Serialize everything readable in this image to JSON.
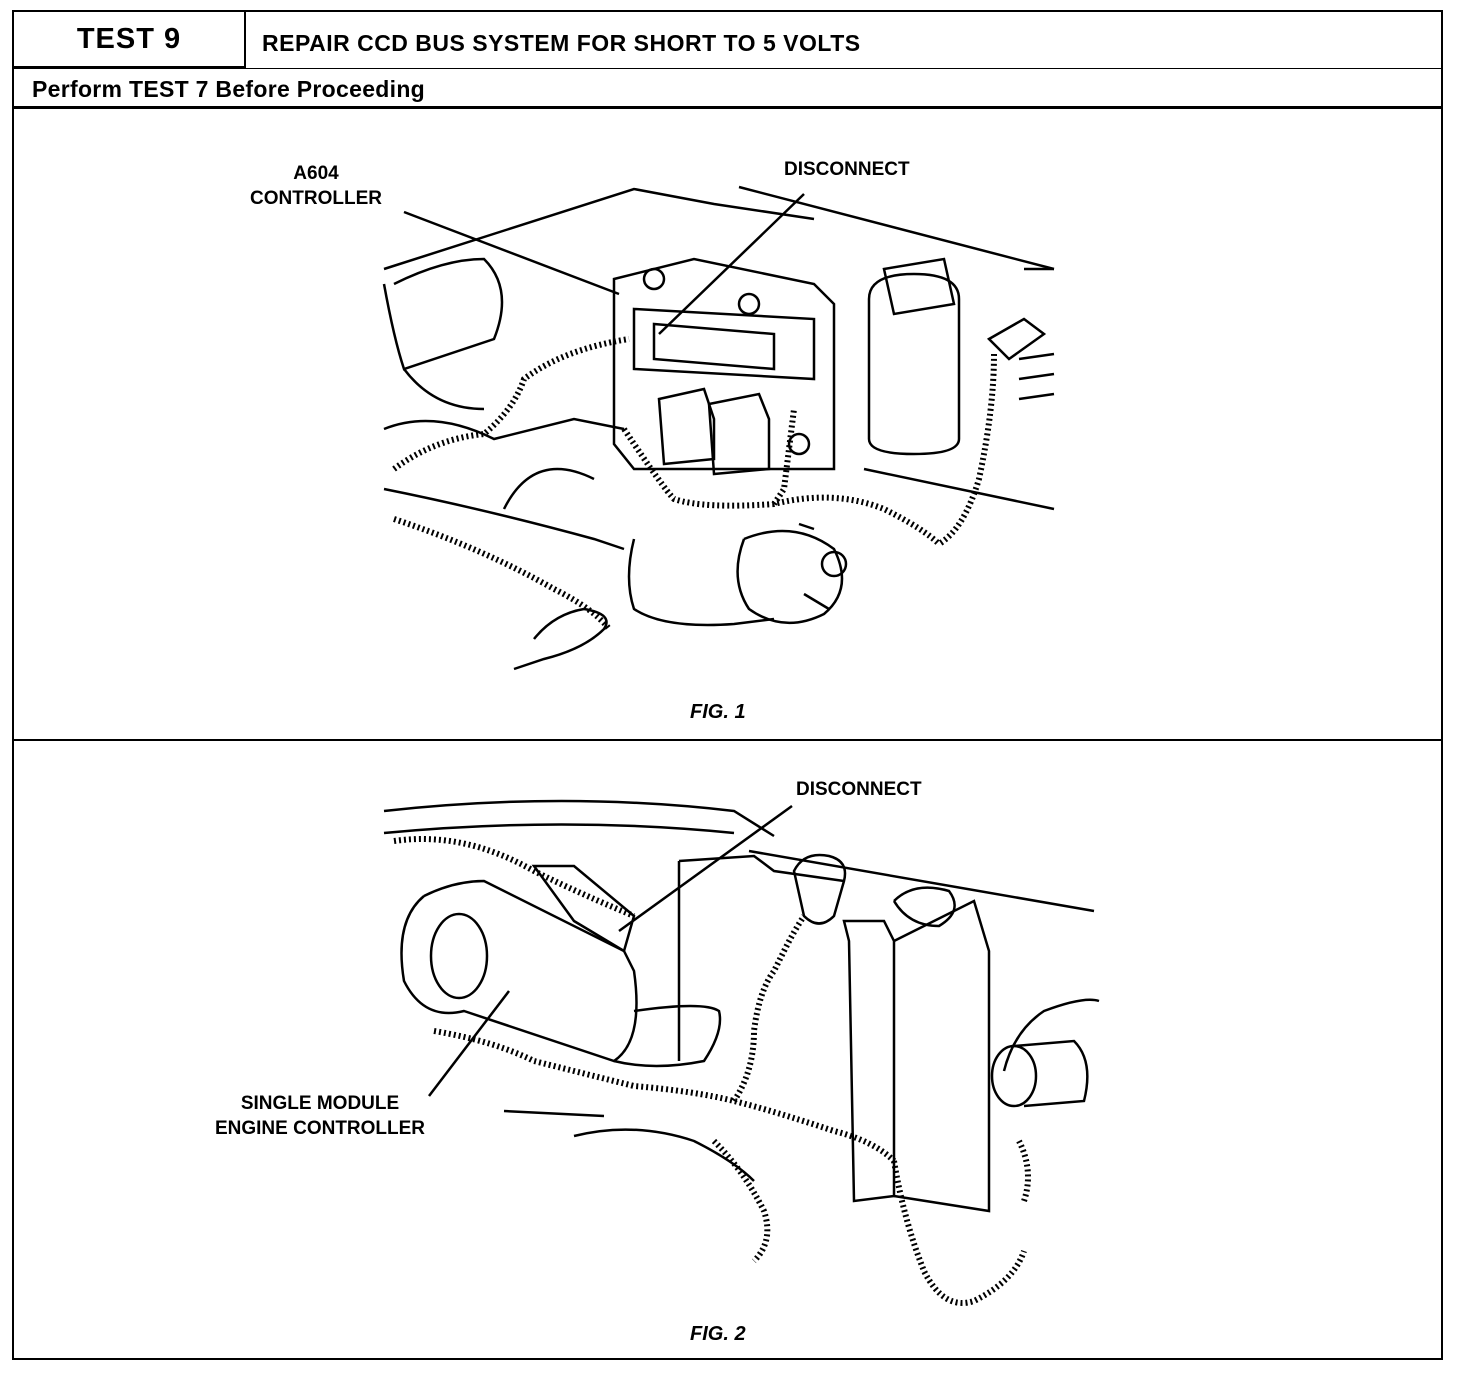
{
  "header": {
    "test_label": "TEST 9",
    "title": "REPAIR CCD BUS SYSTEM FOR SHORT TO 5 VOLTS",
    "prerequisite": "Perform TEST 7 Before Proceeding"
  },
  "fig1": {
    "caption": "FIG. 1",
    "label_controller_line1": "A604",
    "label_controller_line2": "CONTROLLER",
    "label_disconnect": "DISCONNECT"
  },
  "fig2": {
    "caption": "FIG. 2",
    "label_disconnect": "DISCONNECT",
    "label_module_line1": "SINGLE MODULE",
    "label_module_line2": "ENGINE CONTROLLER"
  }
}
